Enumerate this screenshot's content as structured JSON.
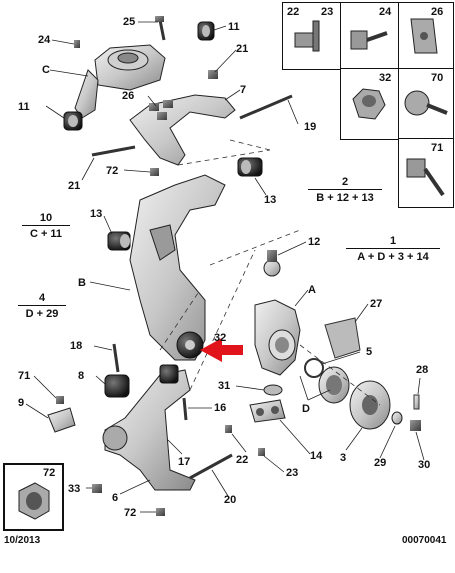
{
  "labels": {
    "p11a": "11",
    "p21a": "21",
    "p24": "24",
    "p25": "25",
    "pC": "C",
    "p11b": "11",
    "p26": "26",
    "p7": "7",
    "p19": "19",
    "p21b": "21",
    "p72a": "72",
    "p13a": "13",
    "p13b": "13",
    "p12": "12",
    "pB": "B",
    "pA": "A",
    "p27": "27",
    "p5": "5",
    "p32": "32",
    "p18": "18",
    "p8": "8",
    "p71": "71",
    "p9": "9",
    "p31": "31",
    "pD": "D",
    "p16": "16",
    "p17": "17",
    "p22": "22",
    "p14": "14",
    "p23": "23",
    "p3": "3",
    "p29": "29",
    "p28": "28",
    "p30": "30",
    "p33": "33",
    "p6": "6",
    "p20": "20",
    "p72b": "72"
  },
  "formulas": {
    "f2": {
      "num": "2",
      "eq": "B + 12 + 13"
    },
    "f10": {
      "num": "10",
      "eq": "C + 11"
    },
    "f1": {
      "num": "1",
      "eq": "A + D + 3 + 14"
    },
    "f4": {
      "num": "4",
      "eq": "D + 29"
    }
  },
  "legend": {
    "c22_23": "22",
    "c22_23b": "23",
    "c24": "24",
    "c26": "26",
    "c32": "32",
    "c70": "70",
    "c71": "71"
  },
  "inset_label": "72",
  "footer": {
    "date": "10/2013",
    "code": "00070041"
  }
}
